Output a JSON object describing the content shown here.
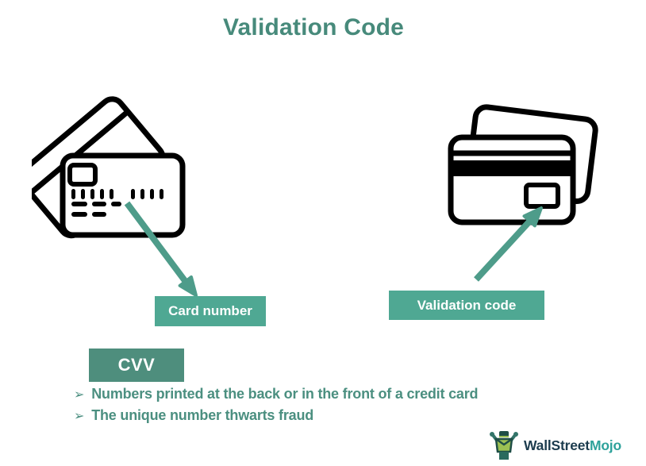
{
  "title": "Validation Code",
  "diagram": {
    "left_card_label": "Card number",
    "right_card_label": "Validation code",
    "term": "CVV",
    "bullet_marker": "➢",
    "bullets": [
      "Numbers printed at the back or in the front of a credit card",
      "The unique number thwarts fraud"
    ]
  },
  "logo": {
    "brand_primary": "WallStreet",
    "brand_secondary": "Mojo"
  },
  "icons": {
    "left": "credit-card-front-icon",
    "right": "credit-card-back-icon",
    "left_arrow": "card-number-arrow-icon",
    "right_arrow": "validation-code-arrow-icon",
    "logo": "wallstreetmojo-mascot-icon"
  },
  "colors": {
    "background": "#ffffff",
    "title_text": "#478a7b",
    "label_background": "#4fa893",
    "cvv_background": "#4e8e7d",
    "bullet_text": "#4b8f80",
    "arrow": "#4e9c8a",
    "card_line_art": "#000000",
    "logo_dark": "#1c3c4e",
    "logo_teal": "#2ea29b"
  }
}
